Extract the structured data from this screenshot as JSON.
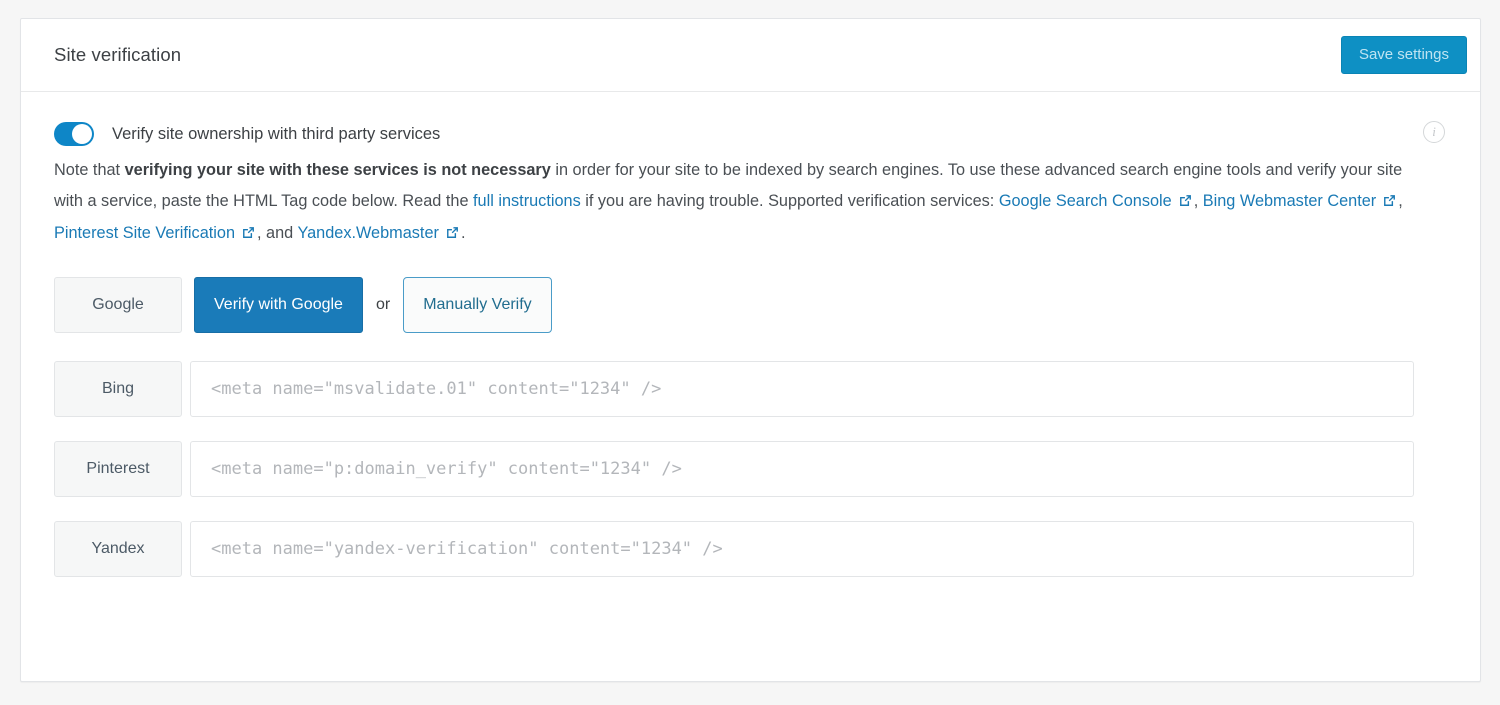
{
  "card": {
    "title": "Site verification",
    "save_label": "Save settings"
  },
  "toggle": {
    "label": "Verify site ownership with third party services",
    "state": "on"
  },
  "info": {
    "icon": "info-icon",
    "glyph": "i"
  },
  "description": {
    "part1": "Note that ",
    "bold": "verifying your site with these services is not necessary",
    "part2": " in order for your site to be indexed by search engines. To use these advanced search engine tools and verify your site with a service, paste the HTML Tag code below. Read the ",
    "link_instructions": "full instructions",
    "part3": " if you are having trouble. Supported verification services: ",
    "link_google": "Google Search Console",
    "sep1": ", ",
    "link_bing": "Bing Webmaster Center",
    "sep2": ", ",
    "link_pinterest": "Pinterest Site Verification",
    "sep3": ", and ",
    "link_yandex": "Yandex.Webmaster",
    "end": "."
  },
  "google_row": {
    "label": "Google",
    "verify_label": "Verify with Google",
    "or_label": "or",
    "manual_label": "Manually Verify"
  },
  "services": [
    {
      "label": "Bing",
      "value": "",
      "placeholder": "<meta name=\"msvalidate.01\" content=\"1234\" />"
    },
    {
      "label": "Pinterest",
      "value": "",
      "placeholder": "<meta name=\"p:domain_verify\" content=\"1234\" />"
    },
    {
      "label": "Yandex",
      "value": "",
      "placeholder": "<meta name=\"yandex-verification\" content=\"1234\" />"
    }
  ],
  "colors": {
    "accent_blue": "#0e90c4",
    "button_blue": "#1a7bb9",
    "link_blue": "#1a7ab5",
    "toggle_on": "#0e86c7",
    "text_dark": "#3d4145",
    "label_text": "#4c5a66",
    "placeholder": "#b3b6ba",
    "border": "#e3e5e7",
    "page_bg": "#f6f6f6"
  }
}
